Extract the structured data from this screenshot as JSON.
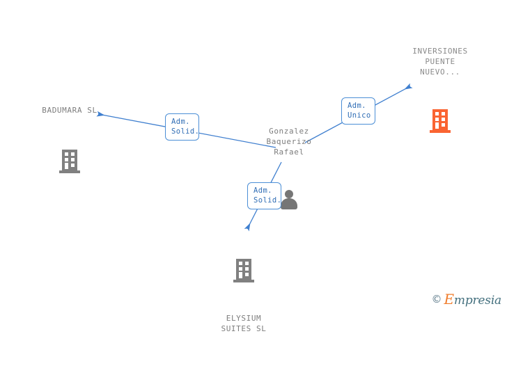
{
  "diagram": {
    "type": "relationship-graph",
    "background_color": "#ffffff",
    "edge_color": "#3f7fcf",
    "company_icon_color": "#808080",
    "highlight_company_color": "#fa6432",
    "person_icon_color": "#767676",
    "label_text_color": "#7d7d7d",
    "chip_border_color": "#4b8ed6",
    "chip_text_color": "#2f6db5",
    "nodes": [
      {
        "id": "person-center",
        "kind": "person",
        "label": "Gonzalez\nBaquerizo\nRafael",
        "icon": "person-icon",
        "color": "#767676"
      },
      {
        "id": "company-badumara",
        "kind": "company",
        "label": "BADUMARA SL",
        "icon": "building-icon",
        "color": "#808080"
      },
      {
        "id": "company-inversiones-puente-nuevo",
        "kind": "company",
        "label": "INVERSIONES\nPUENTE\nNUEVO...",
        "icon": "building-icon",
        "color": "#fa6432",
        "highlighted": true
      },
      {
        "id": "company-elysium-suites",
        "kind": "company",
        "label": "ELYSIUM\nSUITES SL",
        "icon": "building-icon",
        "color": "#808080"
      }
    ],
    "edges": [
      {
        "id": "edge-badumara",
        "from": "person-center",
        "to": "company-badumara",
        "label": "Adm.\nSolid.",
        "direction": "to-company"
      },
      {
        "id": "edge-inversiones",
        "from": "person-center",
        "to": "company-inversiones-puente-nuevo",
        "label": "Adm.\nUnico",
        "direction": "to-company"
      },
      {
        "id": "edge-elysium",
        "from": "person-center",
        "to": "company-elysium-suites",
        "label": "Adm.\nSolid.",
        "direction": "to-company"
      }
    ]
  },
  "watermark": {
    "copyright_symbol": "©",
    "brand_initial": "E",
    "brand_rest": "mpresia"
  }
}
